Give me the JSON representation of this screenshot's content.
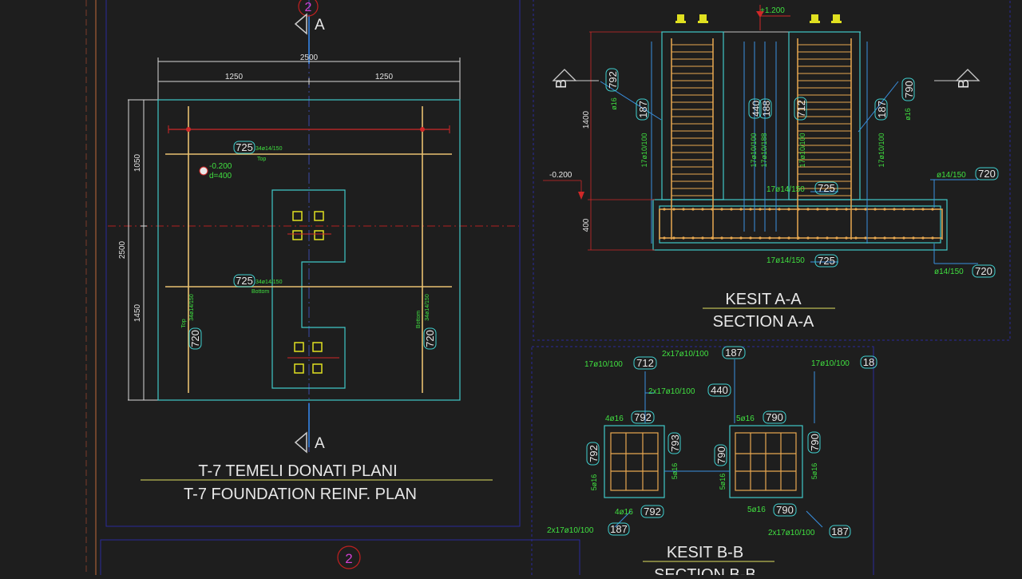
{
  "plan": {
    "grid_top": "2",
    "grid_bottom": "2",
    "section_marker": "A",
    "dim_total_w": "2500",
    "dim_half_left": "1250",
    "dim_half_right": "1250",
    "dim_total_h": "2500",
    "dim_upper_h": "1050",
    "dim_lower_h": "1450",
    "level_value": "-0.200",
    "depth_value": "d=400",
    "tag_725": "725",
    "tag_720": "720",
    "bar_spec": "34ø14/150",
    "top_label": "Top",
    "bottom_label": "Bottom",
    "title_tr": "T-7 TEMELI DONATI PLANI",
    "title_en": "T-7 FOUNDATION REINF. PLAN"
  },
  "section_a": {
    "marker": "B",
    "level_top": "+1.200",
    "level_base": "-0.200",
    "dim_1400": "1400",
    "dim_400": "400",
    "tag_792": "792",
    "tag_790": "790",
    "tag_187": "187",
    "tag_712": "712",
    "tag_440": "440",
    "tag_725": "725",
    "tag_720": "720",
    "tag_188": "188",
    "phi16": "ø16",
    "stirrup": "17ø10/100",
    "stirrup_b": "17ø10/188",
    "main_bar": "17ø14/150",
    "bar_14": "ø14/150",
    "title_tr": "KESIT A-A",
    "title_en": "SECTION A-A"
  },
  "section_b": {
    "stirrup_712": "17ø10/100",
    "tag_712": "712",
    "two_stirrup": "2x17ø10/100",
    "tag_187": "187",
    "tag_440": "440",
    "tag_18": "18",
    "bar_4": "4ø16",
    "bar_5": "5ø16",
    "tag_792": "792",
    "tag_790": "790",
    "tag_793": "793",
    "title_tr": "KESIT B-B",
    "title_en": "SECTION B-B"
  }
}
